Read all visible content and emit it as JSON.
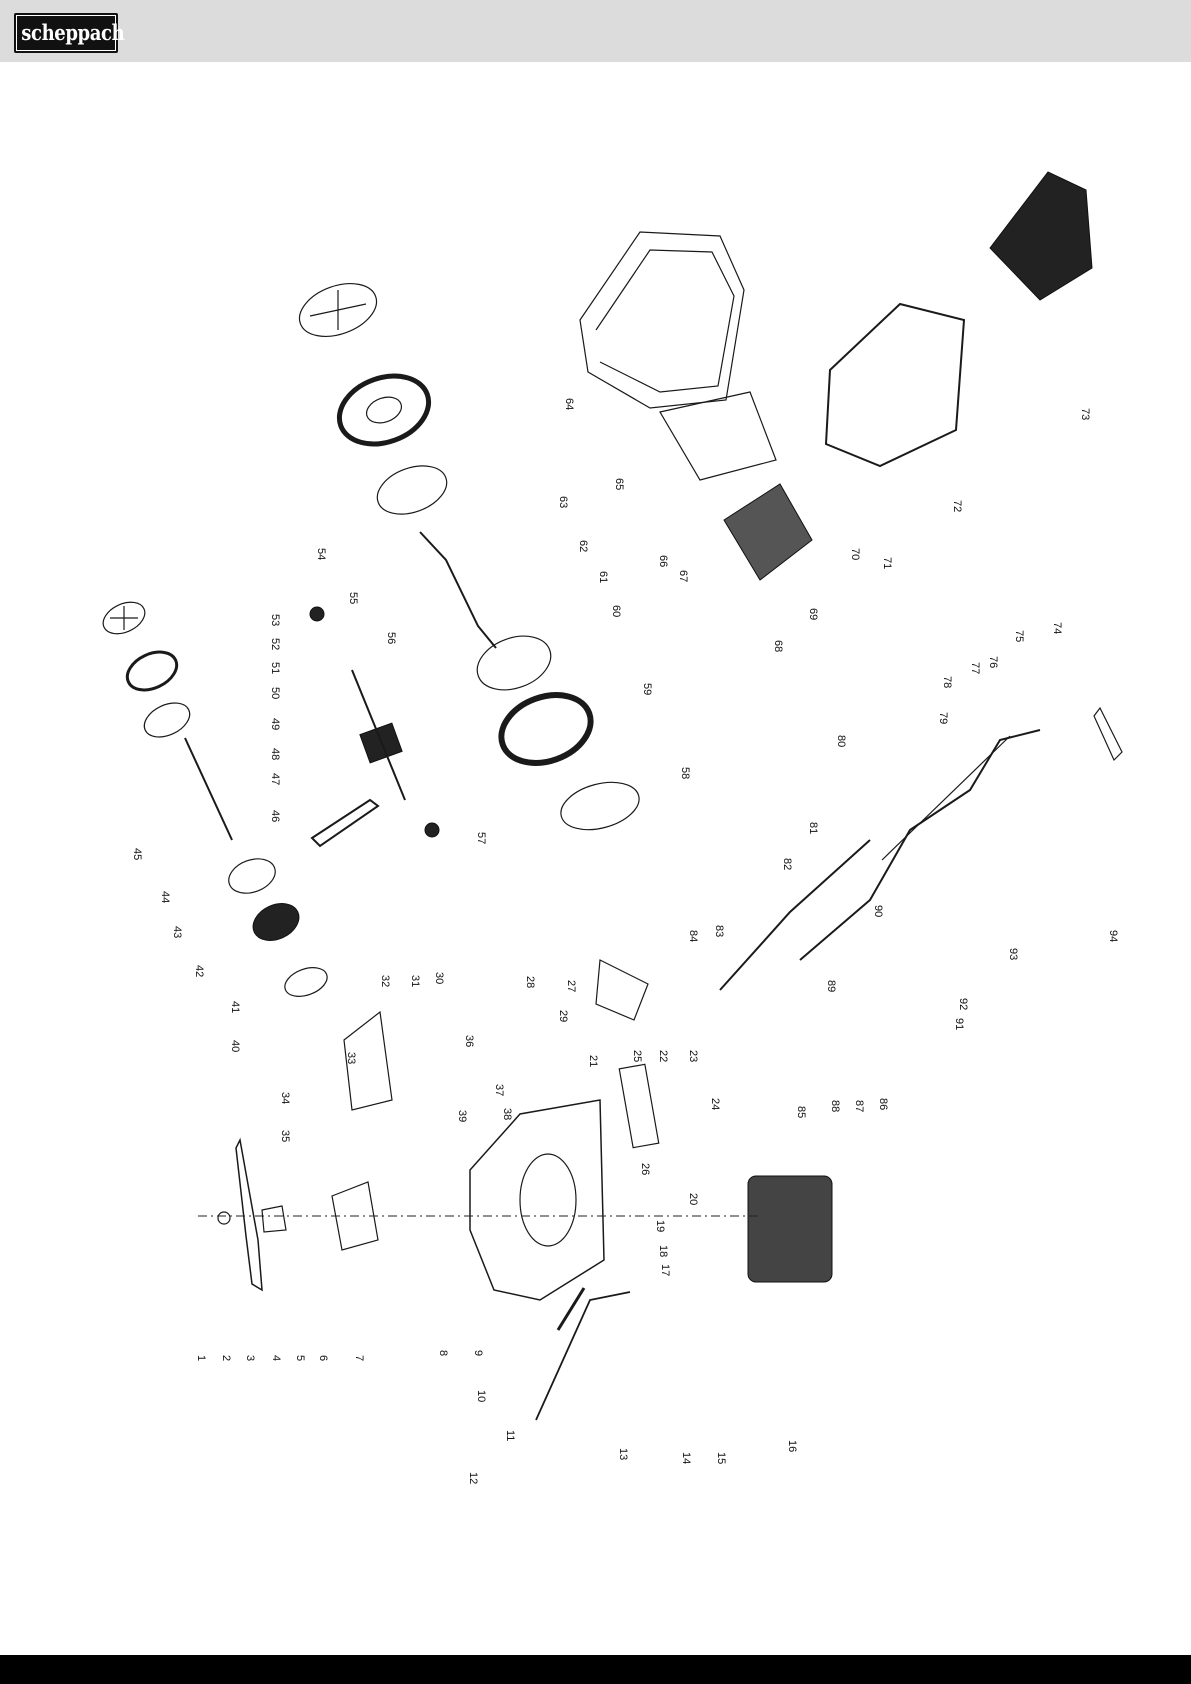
{
  "header": {
    "logo_text": "scheppach"
  },
  "diagram": {
    "part_labels": [
      "1",
      "2",
      "3",
      "4",
      "5",
      "6",
      "7",
      "8",
      "9",
      "10",
      "11",
      "12",
      "13",
      "14",
      "15",
      "16",
      "17",
      "18",
      "19",
      "20",
      "21",
      "22",
      "23",
      "24",
      "25",
      "26",
      "27",
      "28",
      "29",
      "30",
      "31",
      "32",
      "33",
      "34",
      "35",
      "36",
      "37",
      "38",
      "39",
      "40",
      "41",
      "42",
      "43",
      "44",
      "45",
      "46",
      "47",
      "48",
      "49",
      "50",
      "51",
      "52",
      "53",
      "54",
      "55",
      "56",
      "57",
      "58",
      "59",
      "60",
      "61",
      "62",
      "63",
      "64",
      "65",
      "66",
      "67",
      "68",
      "69",
      "70",
      "71",
      "72",
      "73",
      "74",
      "75",
      "76",
      "77",
      "78",
      "79",
      "80",
      "81",
      "82",
      "83",
      "84",
      "85",
      "86",
      "87",
      "88",
      "89",
      "90",
      "91",
      "92",
      "93",
      "94"
    ]
  },
  "colors": {
    "header_bg": "#dcdcdc",
    "footer_bg": "#000000",
    "line": "#1a1a1a"
  }
}
